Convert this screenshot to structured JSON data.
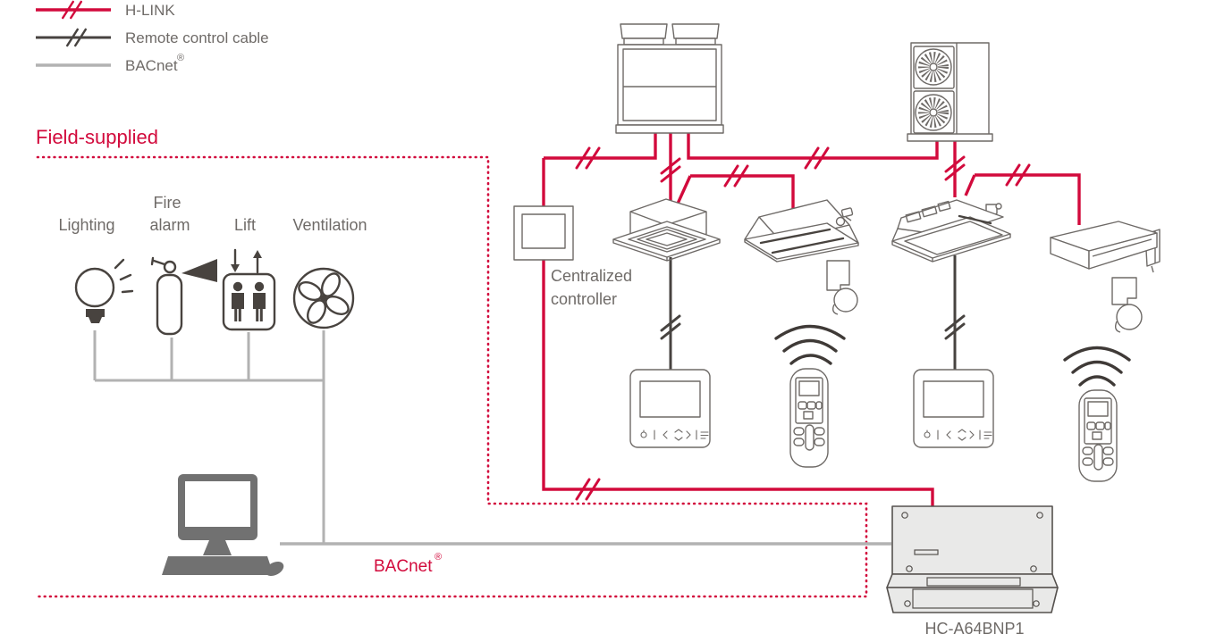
{
  "colors": {
    "hlink_red": "#d20a3c",
    "remote_cable_dark": "#474340",
    "bacnet_gray": "#b2b2b2",
    "outline_gray": "#6e6a67",
    "text_gray": "#6f6b68",
    "device_dark": "#48433f",
    "computer_gray": "#717171",
    "gateway_fill": "#e9e9e8"
  },
  "legend": {
    "items": [
      {
        "id": "hlink",
        "label": "H-LINK",
        "line_style": "red-with-slashes"
      },
      {
        "id": "remote-control-cable",
        "label": "Remote control cable",
        "line_style": "dark-with-slashes"
      },
      {
        "id": "bacnet",
        "label": "BACnet",
        "sup": "®",
        "line_style": "gray-solid"
      }
    ]
  },
  "field_supplied": {
    "title": "Field-supplied",
    "devices": [
      {
        "icon": "light-bulb-icon",
        "label": "Lighting"
      },
      {
        "icon": "fire-extinguisher-icon",
        "line1": "Fire",
        "line2": "alarm"
      },
      {
        "icon": "lift-icon",
        "label": "Lift"
      },
      {
        "icon": "fan-icon",
        "label": "Ventilation"
      }
    ]
  },
  "controller": {
    "line1": "Centralized",
    "line2": "controller"
  },
  "bacnet_bus": {
    "label": "BACnet",
    "sup": "®"
  },
  "gateway": {
    "model": "HC-A64BNP1"
  }
}
